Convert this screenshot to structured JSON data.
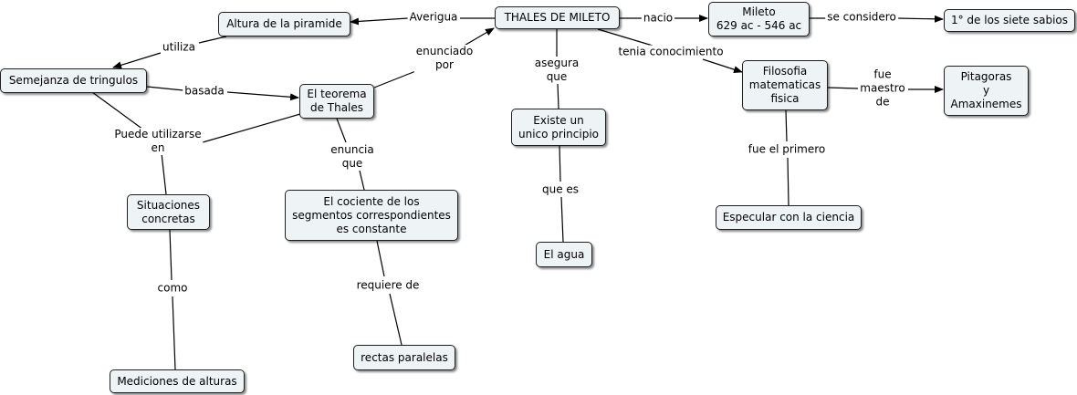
{
  "nodes": {
    "thales": "THALES DE MILETO",
    "altura": "Altura de la piramide",
    "mileto": "Mileto\n629 ac - 546 ac",
    "sabios": "1° de los siete sabios",
    "semejanza": "Semejanza de tringulos",
    "teorema": "El teorema\nde Thales",
    "filosofia": "Filosofia\nmatematicas\nfisica",
    "pitagoras": "Pitagoras\ny\nAmaxinemes",
    "principio": "Existe un\nunico principio",
    "situaciones": "Situaciones\nconcretas",
    "cociente": "El cociente de los\nsegmentos correspondientes\nes constante",
    "especular": "Especular con la ciencia",
    "agua": "El agua",
    "rectas": "rectas paralelas",
    "mediciones": "Mediciones de alturas"
  },
  "links": {
    "averigua": "Averigua",
    "nacio": "nacio",
    "se_considero": "se considero",
    "utiliza": "utiliza",
    "enunciado_por": "enunciado\npor",
    "asegura_que": "asegura\nque",
    "tenia_conocimiento": "tenia conocimiento",
    "basada": "basada",
    "fue_maestro_de": "fue\nmaestro\nde",
    "puede_utilizarse_en": "Puede utilizarse\nen",
    "enuncia_que": "enuncia\nque",
    "fue_el_primero": "fue el primero",
    "que_es": "que es",
    "como": "como",
    "requiere_de": "requiere de"
  },
  "colors": {
    "node_fill": "#eef3f5",
    "line": "#000000"
  }
}
